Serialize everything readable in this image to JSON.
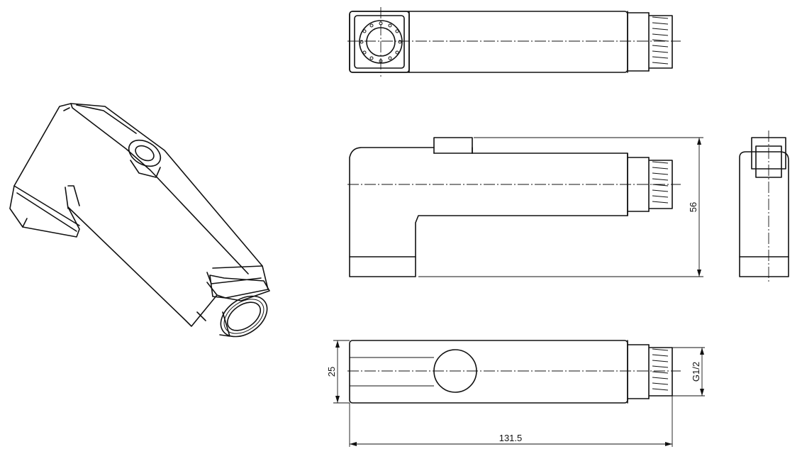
{
  "dimensions": {
    "height": "56",
    "width": "25",
    "length": "131.5",
    "thread": "G1/2"
  },
  "colors": {
    "line": "#111111",
    "background": "#ffffff"
  }
}
